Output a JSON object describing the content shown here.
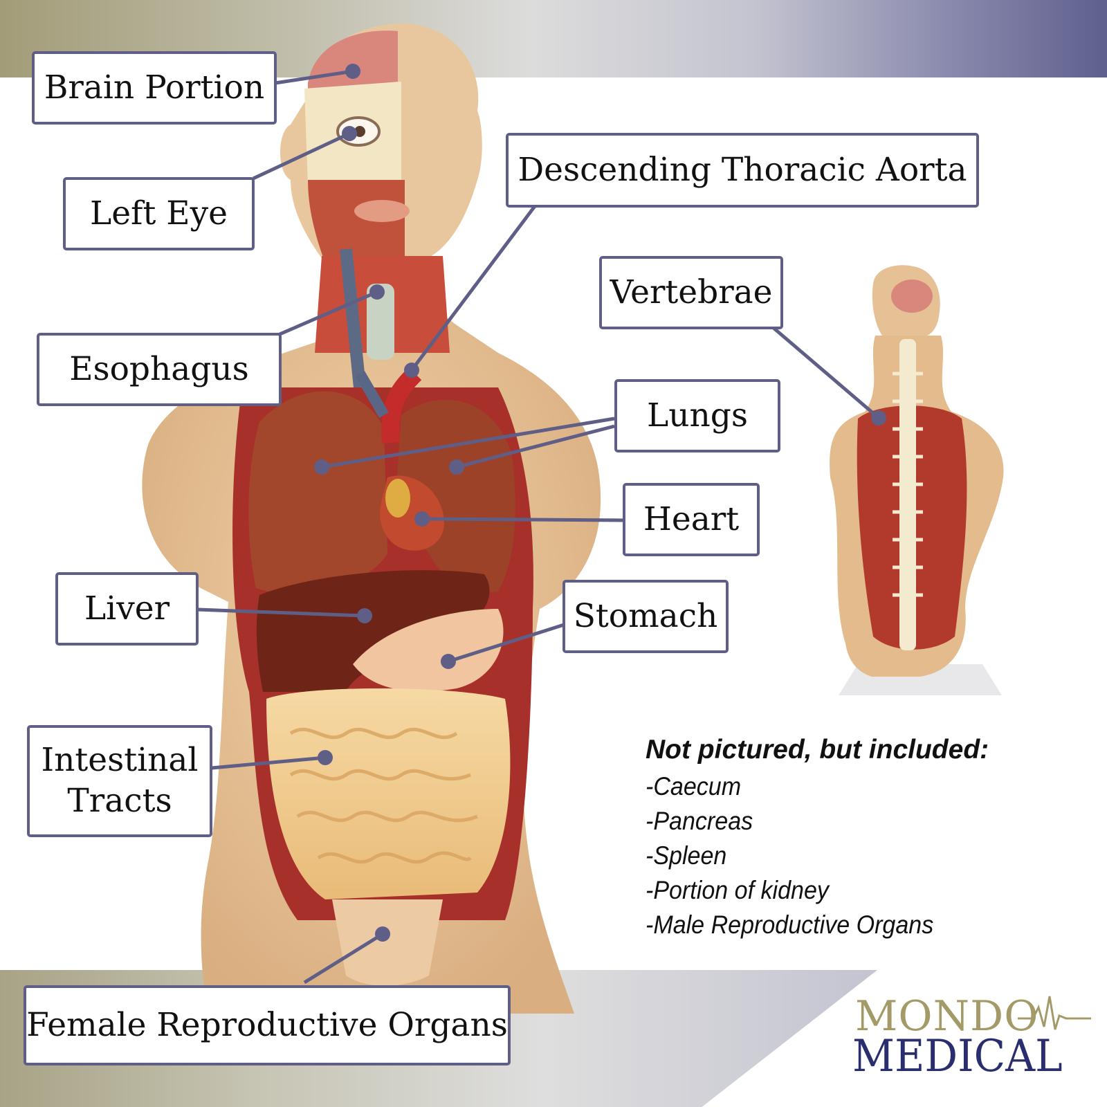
{
  "labels": {
    "brain": "Brain Portion",
    "left_eye": "Left Eye",
    "esophagus": "Esophagus",
    "liver": "Liver",
    "intestinal": "Intestinal\nTracts",
    "female_reproductive": "Female Reproductive Organs",
    "aorta": "Descending Thoracic Aorta",
    "vertebrae": "Vertebrae",
    "lungs": "Lungs",
    "heart": "Heart",
    "stomach": "Stomach"
  },
  "note": {
    "title": "Not pictured, but included:",
    "items": [
      "-Caecum",
      "-Pancreas",
      "-Spleen",
      "-Portion of kidney",
      "-Male Reproductive Organs"
    ]
  },
  "logo": {
    "top": "MONDO",
    "bottom": "MEDICAL"
  },
  "colors": {
    "label_border": "#5f5e86",
    "leader_line": "#5f5e86",
    "skin": "#e8c296",
    "muscle": "#b5332b",
    "lung": "#a2472c",
    "liver": "#6e2416",
    "intestine": "#f3cf92",
    "logo_gold": "#a39a67",
    "logo_navy": "#2b2e6e"
  }
}
